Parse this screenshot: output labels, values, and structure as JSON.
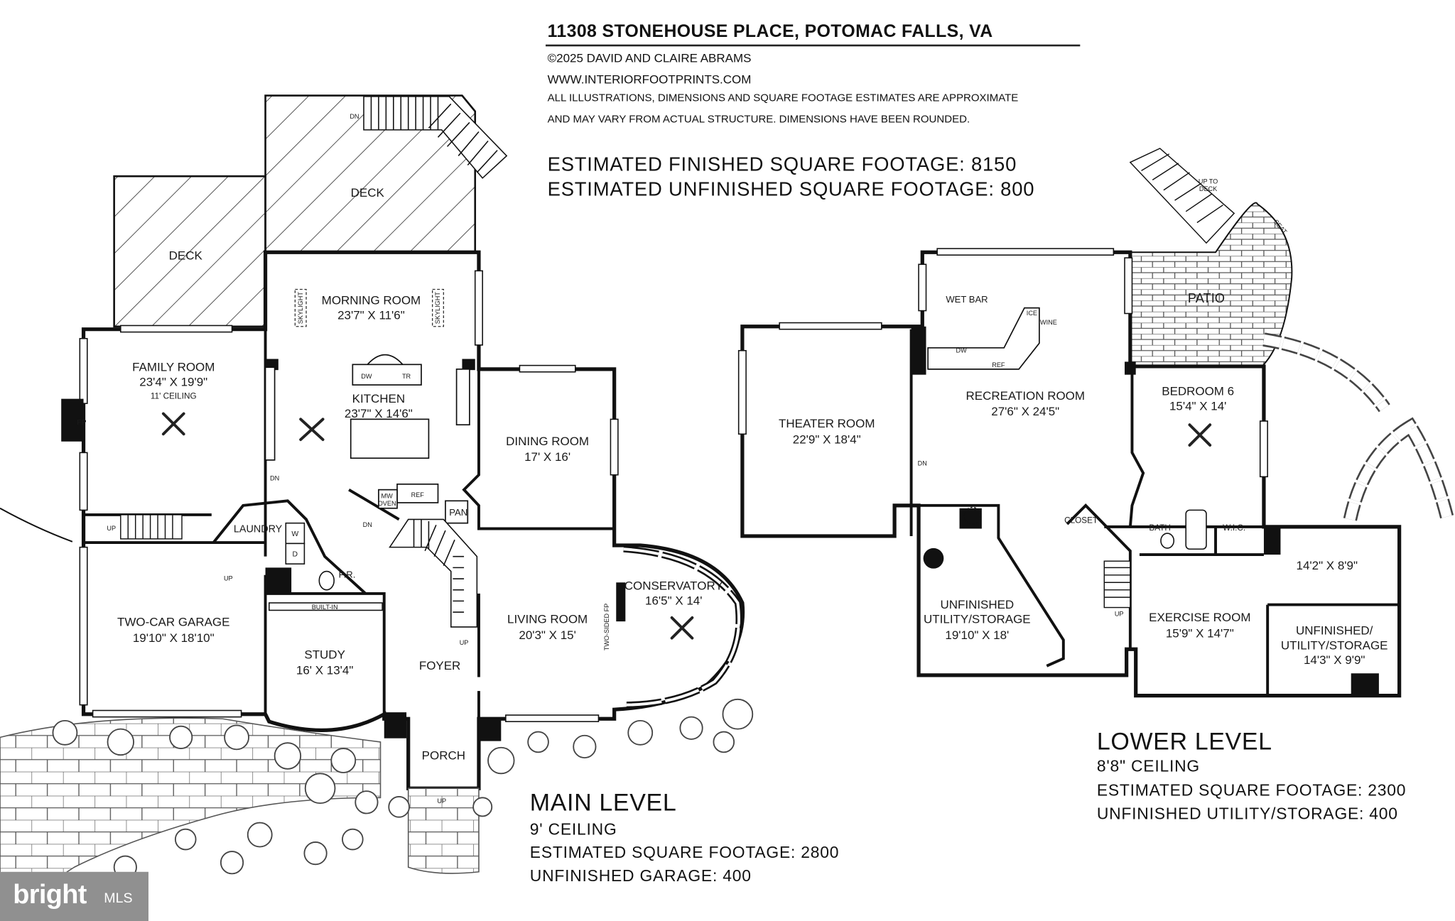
{
  "header": {
    "address": "11308 STONEHOUSE PLACE, POTOMAC FALLS, VA",
    "copyright": "©2025  DAVID AND CLAIRE ABRAMS",
    "website": "WWW.INTERIORFOOTPRINTS.COM",
    "disclaimer_line1": "ALL ILLUSTRATIONS, DIMENSIONS AND SQUARE FOOTAGE ESTIMATES ARE APPROXIMATE",
    "disclaimer_line2": "AND MAY VARY FROM ACTUAL STRUCTURE. DIMENSIONS HAVE BEEN ROUNDED.",
    "finished_sqft": "ESTIMATED FINISHED SQUARE FOOTAGE: 8150",
    "unfinished_sqft": "ESTIMATED UNFINISHED SQUARE FOOTAGE: 800"
  },
  "main_level": {
    "title": "MAIN LEVEL",
    "ceiling": "9' CEILING",
    "sqft": "ESTIMATED SQUARE FOOTAGE: 2800",
    "garage": "UNFINISHED GARAGE: 400",
    "rooms": {
      "deck_upper": "DECK",
      "deck_left": "DECK",
      "morning_name": "MORNING ROOM",
      "morning_dim": "23'7\" X 11'6\"",
      "family_name": "FAMILY ROOM",
      "family_dim": "23'4\" X 19'9\"",
      "family_ceiling": "11' CEILING",
      "kitchen_name": "KITCHEN",
      "kitchen_dim": "23'7\" X 14'6\"",
      "dining_name": "DINING ROOM",
      "dining_dim": "17' X 16'",
      "laundry": "LAUNDRY",
      "pr": "P.R.",
      "pan": "PAN",
      "garage_name": "TWO-CAR GARAGE",
      "garage_dim": "19'10\" X 18'10\"",
      "study_name": "STUDY",
      "study_dim": "16' X 13'4\"",
      "built_in": "BUILT-IN",
      "foyer": "FOYER",
      "living_name": "LIVING ROOM",
      "living_dim": "20'3\" X 15'",
      "conservatory_name": "CONSERVATORY",
      "conservatory_dim": "16'5\" X 14'",
      "porch": "PORCH"
    },
    "fixtures": {
      "skylight": "SKYLIGHT",
      "fp": "FP",
      "dw": "DW",
      "tr": "TR",
      "mw_oven_1": "MW",
      "mw_oven_2": "OVEN",
      "ref": "REF",
      "w": "W",
      "d": "D",
      "two_sided_fp": "TWO-SIDED FP",
      "up": "UP",
      "dn": "DN"
    }
  },
  "lower_level": {
    "title": "LOWER LEVEL",
    "ceiling": "8'8\" CEILING",
    "sqft": "ESTIMATED SQUARE FOOTAGE: 2300",
    "storage": "UNFINISHED UTILITY/STORAGE: 400",
    "rooms": {
      "theater_name": "THEATER ROOM",
      "theater_dim": "22'9\" X 18'4\"",
      "wet_bar": "WET BAR",
      "recreation_name": "RECREATION ROOM",
      "recreation_dim": "27'6\" X 24'5\"",
      "patio": "PATIO",
      "bedroom_name": "BEDROOM 6",
      "bedroom_dim": "15'4\" X 14'",
      "closet": "CLOSET",
      "bath": "BATH",
      "wic": "W.I.C.",
      "unf_name_1": "UNFINISHED",
      "unf_name_2": "UTILITY/STORAGE",
      "unf_dim": "19'10\" X 18'",
      "room_dim": "14'2\" X 8'9\"",
      "exercise_name": "EXERCISE ROOM",
      "exercise_dim": "15'9\" X 14'7\"",
      "unf2_name_1": "UNFINISHED/",
      "unf2_name_2": "UTILITY/STORAGE",
      "unf2_dim": "14'3\" X 9'9\""
    },
    "fixtures": {
      "ice": "ICE",
      "wine": "WINE",
      "dw": "DW",
      "ref": "REF",
      "up_to_deck_1": "UP TO",
      "up_to_deck_2": "DECK",
      "seat": "SEAT",
      "up": "UP",
      "dn": "DN"
    }
  },
  "branding": {
    "logo_text": "bright",
    "logo_suffix": "MLS"
  }
}
